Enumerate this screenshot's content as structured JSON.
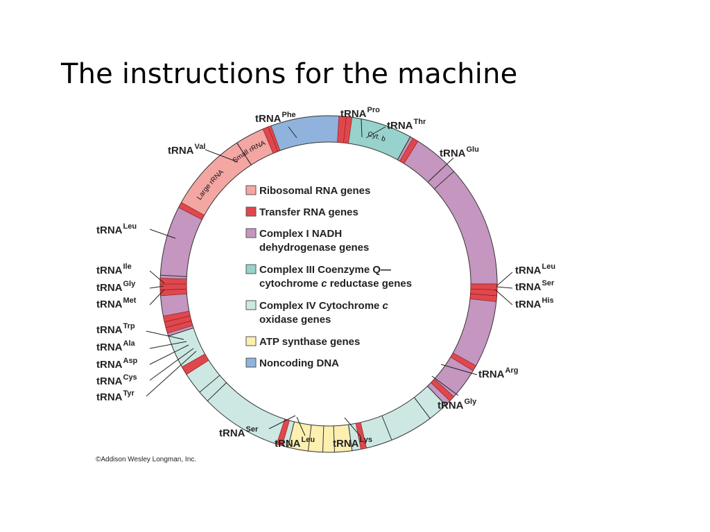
{
  "title": "The instructions for the machine",
  "colors": {
    "ribosomal_rna": "#f4a6a3",
    "transfer_rna": "#e0474c",
    "complex_i": "#c496c0",
    "complex_iii": "#97d2cc",
    "complex_iv": "#cde8e3",
    "atp_synthase": "#fcefb0",
    "noncoding_dna": "#8fb3dc"
  },
  "legend": [
    {
      "key": "ribosomal_rna",
      "lines": [
        "Ribosomal RNA genes"
      ]
    },
    {
      "key": "transfer_rna",
      "lines": [
        "Transfer RNA genes"
      ]
    },
    {
      "key": "complex_i",
      "lines": [
        "Complex I NADH",
        "dehydrogenase genes"
      ]
    },
    {
      "key": "complex_iii",
      "lines": [
        "Complex III Coenzyme Q—",
        "cytochrome c reductase genes"
      ]
    },
    {
      "key": "complex_iv",
      "lines": [
        "Complex IV Cytochrome c",
        "oxidase genes"
      ]
    },
    {
      "key": "atp_synthase",
      "lines": [
        "ATP synthase genes"
      ]
    },
    {
      "key": "noncoding_dna",
      "lines": [
        "Noncoding DNA"
      ]
    }
  ],
  "arc_labels": {
    "small_rrna": "Small rRNA",
    "large_rrna": "Large rRNA",
    "cyt_b": "Cyt. b"
  },
  "trna_labels": [
    {
      "id": "phe",
      "base": "tRNA",
      "sup": "Phe"
    },
    {
      "id": "pro",
      "base": "tRNA",
      "sup": "Pro"
    },
    {
      "id": "thr",
      "base": "tRNA",
      "sup": "Thr"
    },
    {
      "id": "glu",
      "base": "tRNA",
      "sup": "Glu"
    },
    {
      "id": "val",
      "base": "tRNA",
      "sup": "Val"
    },
    {
      "id": "leu1",
      "base": "tRNA",
      "sup": "Leu"
    },
    {
      "id": "ile",
      "base": "tRNA",
      "sup": "Ile"
    },
    {
      "id": "gly1",
      "base": "tRNA",
      "sup": "Gly"
    },
    {
      "id": "met",
      "base": "tRNA",
      "sup": "Met"
    },
    {
      "id": "trp",
      "base": "tRNA",
      "sup": "Trp"
    },
    {
      "id": "ala",
      "base": "tRNA",
      "sup": "Ala"
    },
    {
      "id": "asp",
      "base": "tRNA",
      "sup": "Asp"
    },
    {
      "id": "cys",
      "base": "tRNA",
      "sup": "Cys"
    },
    {
      "id": "tyr",
      "base": "tRNA",
      "sup": "Tyr"
    },
    {
      "id": "leu2",
      "base": "tRNA",
      "sup": "Leu"
    },
    {
      "id": "ser1",
      "base": "tRNA",
      "sup": "Ser"
    },
    {
      "id": "his",
      "base": "tRNA",
      "sup": "His"
    },
    {
      "id": "arg",
      "base": "tRNA",
      "sup": "Arg"
    },
    {
      "id": "gly2",
      "base": "tRNA",
      "sup": "Gly"
    },
    {
      "id": "lys",
      "base": "tRNA",
      "sup": "Lys"
    },
    {
      "id": "leu3",
      "base": "tRNA",
      "sup": "Leu"
    },
    {
      "id": "ser2",
      "base": "tRNA",
      "sup": "Ser"
    }
  ],
  "credit": "©Addison Wesley Longman, Inc."
}
